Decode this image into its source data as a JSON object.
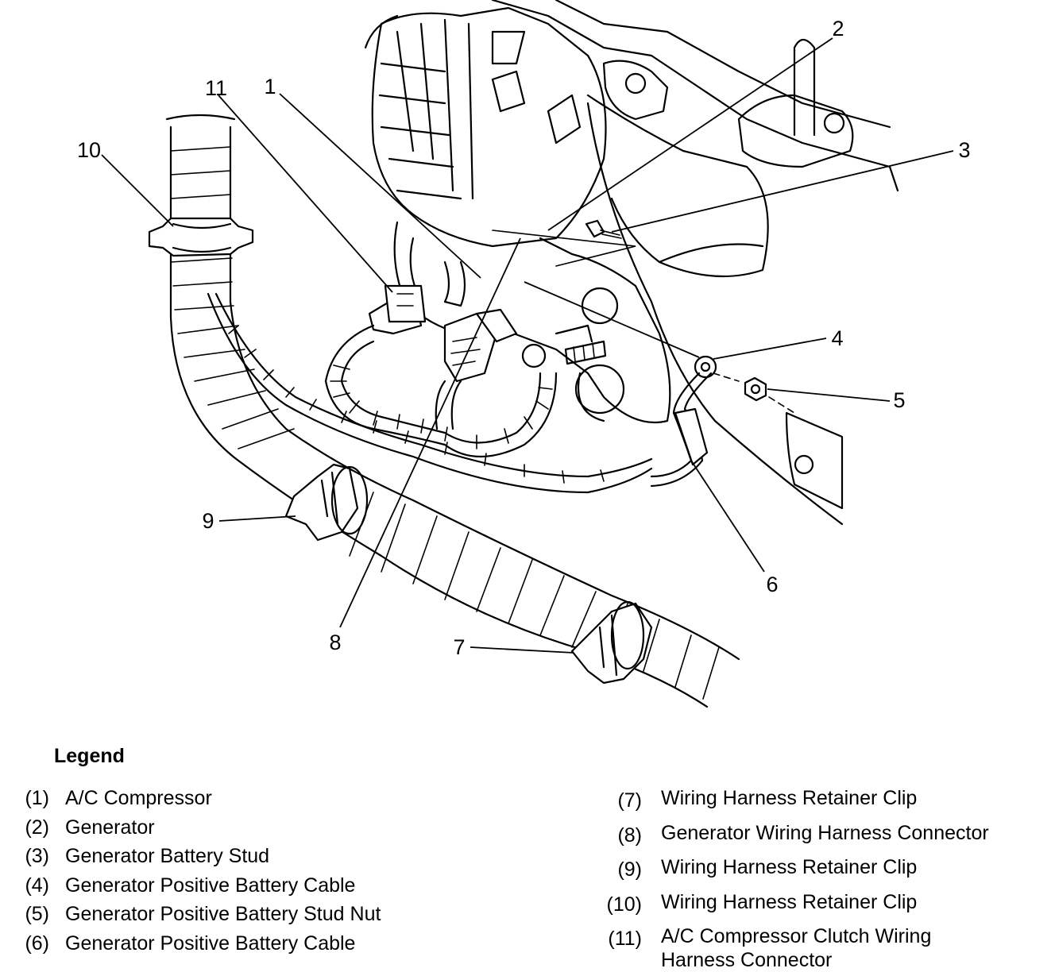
{
  "callouts": [
    "1",
    "2",
    "3",
    "4",
    "5",
    "6",
    "7",
    "8",
    "9",
    "10",
    "11"
  ],
  "legend": {
    "title": "Legend",
    "left": [
      {
        "num": "(1)",
        "text": "A/C Compressor"
      },
      {
        "num": "(2)",
        "text": "Generator"
      },
      {
        "num": "(3)",
        "text": "Generator Battery Stud"
      },
      {
        "num": "(4)",
        "text": "Generator Positive Battery Cable"
      },
      {
        "num": "(5)",
        "text": "Generator Positive Battery Stud Nut"
      },
      {
        "num": "(6)",
        "text": "Generator Positive Battery Cable"
      }
    ],
    "right": [
      {
        "num": "(7)",
        "text": "Wiring Harness Retainer Clip"
      },
      {
        "num": "(8)",
        "text": "Generator Wiring Harness Connector"
      },
      {
        "num": "(9)",
        "text": "Wiring Harness Retainer Clip"
      },
      {
        "num": "(10)",
        "text": "Wiring Harness Retainer Clip"
      },
      {
        "num": "(11)",
        "text": "A/C Compressor Clutch Wiring\nHarness Connector"
      }
    ]
  }
}
